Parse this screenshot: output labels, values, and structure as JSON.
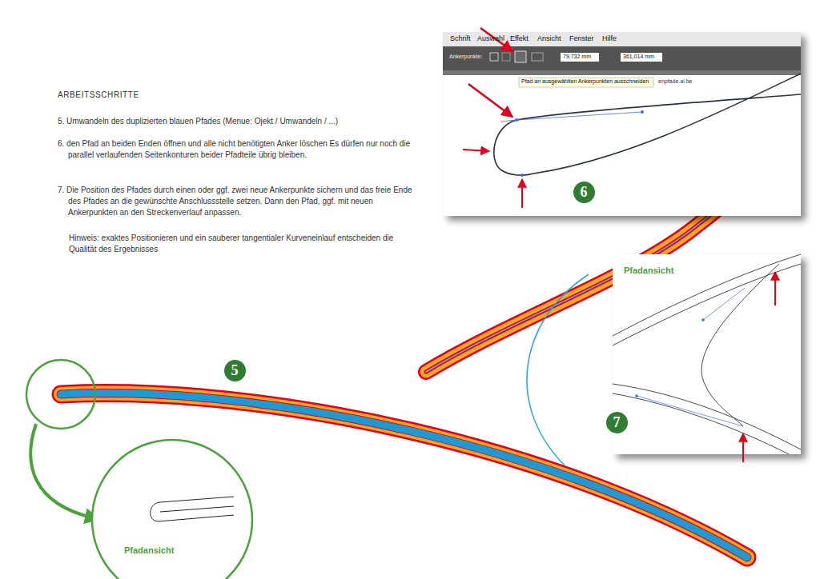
{
  "diagram": {
    "nodes": [
      {
        "text": [
          "5"
        ]
      },
      {
        "text": [
          "Pfadansicht"
        ]
      },
      {
        "text": [
          "6"
        ]
      },
      {
        "text": [
          "Pfadansicht"
        ]
      },
      {
        "text": [
          "7"
        ],
        "in": 3
      }
    ],
    "labels": [
      "ARBEITSSCHRITTE",
      "5. Umwandeln des duplizierten blauen Pfades (Menue: Ojekt / Umwandeln / ...)",
      "6. den Pfad an beiden Enden öffnen und alle nicht benötigten Anker löschen Es dürfen nur noch die parallel verlaufenden Seitenkonturen beider Pfadteile übrig bleiben.",
      "7. Die Position des Pfades durch einen oder ggf. zwei neue Ankerpunkte sichern und das freie Ende des Pfades an die gewünschte Anschlussstelle setzen. Dann den Pfad, ggf. mit neuen Ankerpunkten an den Streckenverlauf anpassen.",
      "Hinweis: exaktes Positionieren und ein sauberer tangentialer Kurveneinlauf entscheiden die Qualität des Ergebnisses",
      "Schrift",
      "Auswahl",
      "Effekt",
      "Ansicht",
      "Fenster",
      "Hilfe",
      "Ankerpunkte:",
      "79,732 mm",
      "361,014 mm",
      "Pfad an ausgewählten Ankerpunkten ausschneiden",
      "enpfade.ai be"
    ]
  }
}
